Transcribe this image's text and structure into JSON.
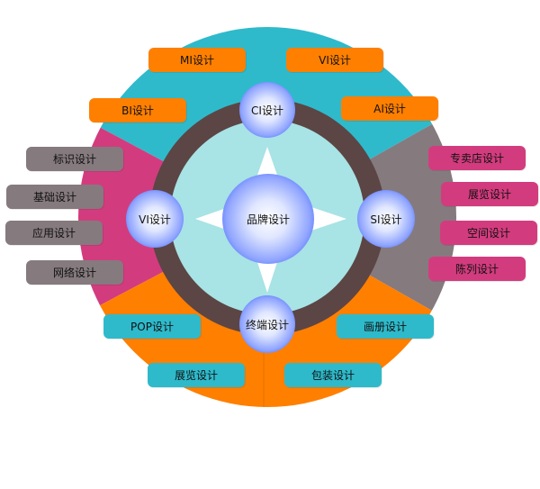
{
  "center": {
    "label": "品牌设计"
  },
  "hubs": {
    "top": "CI设计",
    "left": "VI设计",
    "right": "SI设计",
    "bottom": "终端设计"
  },
  "top_items": [
    "MI设计",
    "VI设计",
    "BI设计",
    "AI设计"
  ],
  "left_items": [
    "标识设计",
    "基础设计",
    "应用设计",
    "网络设计"
  ],
  "right_items": [
    "专卖店设计",
    "展览设计",
    "空间设计",
    "陈列设计"
  ],
  "bottom_items": [
    "POP设计",
    "画册设计",
    "展览设计",
    "包装设计"
  ],
  "colors": {
    "teal": "#2ebacb",
    "pink": "#d23c7e",
    "gray": "#857a7e",
    "orange": "#ff7f00",
    "ring": "#5c4545",
    "inner": "#a8e3e5"
  }
}
